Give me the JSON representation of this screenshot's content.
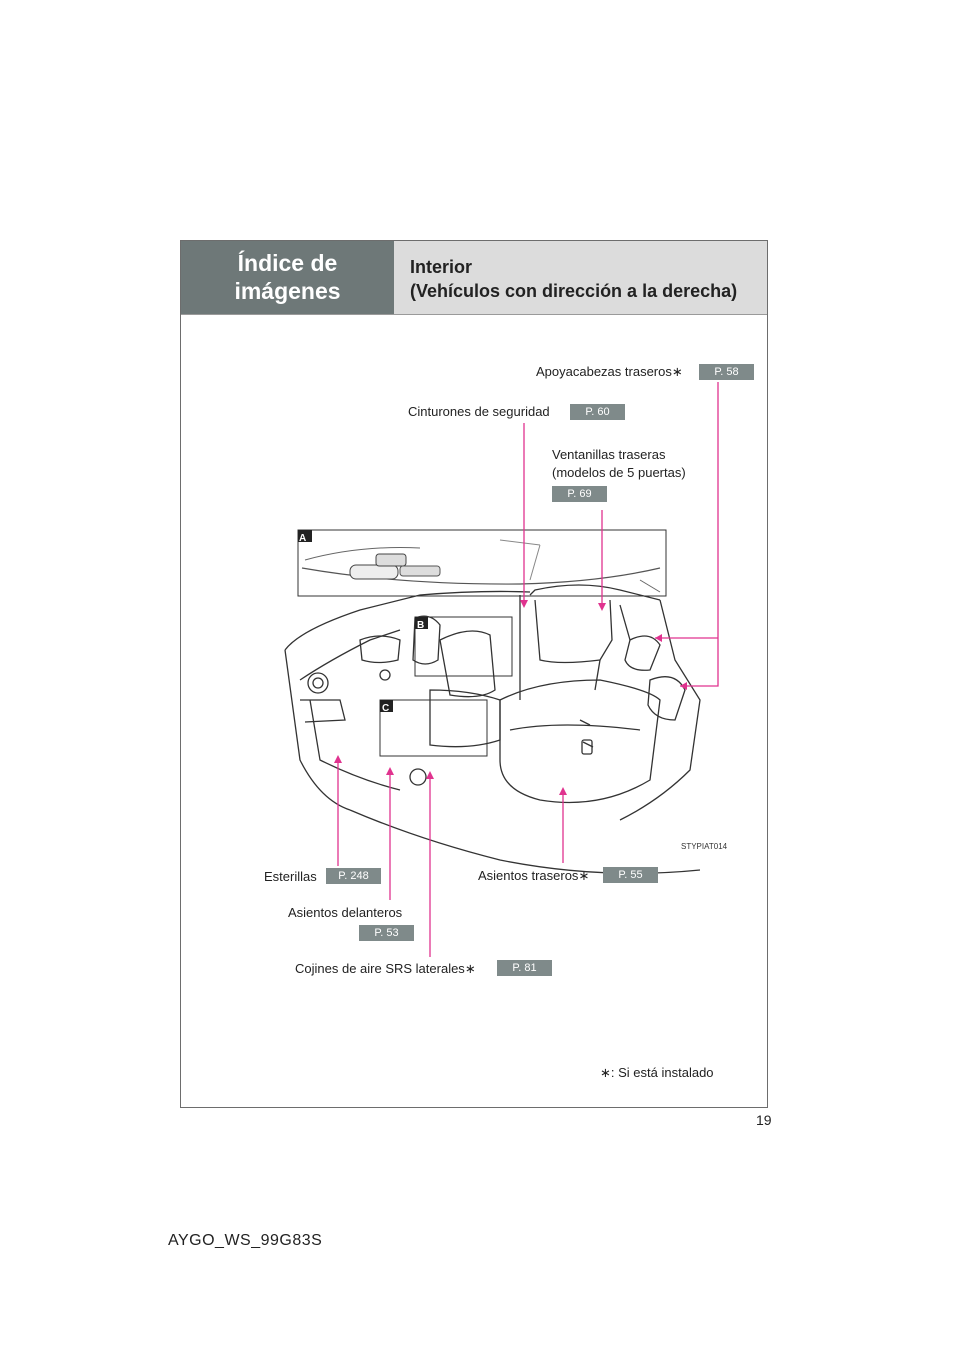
{
  "header": {
    "section_line1": "Índice de",
    "section_line2": "imágenes",
    "title_line1": "Interior",
    "title_line2": "(Vehículos con dirección a la derecha)"
  },
  "callouts": {
    "headrests": {
      "label": "Apoyacabezas traseros",
      "asterisk": "∗",
      "page": "P. 58"
    },
    "seatbelts": {
      "label": "Cinturones de seguridad",
      "page": "P. 60"
    },
    "rear_windows": {
      "label_line1": "Ventanillas traseras",
      "label_line2": "(modelos de 5 puertas)",
      "page": "P. 69"
    },
    "floor_mats": {
      "label": "Esterillas",
      "page": "P. 248"
    },
    "rear_seats": {
      "label": "Asientos traseros",
      "asterisk": "∗",
      "page": "P. 55"
    },
    "front_seats": {
      "label": "Asientos delanteros",
      "page": "P. 53"
    },
    "side_airbags": {
      "label": "Cojines de aire SRS laterales",
      "asterisk": "∗",
      "page": "P. 81"
    }
  },
  "image_code": "STYPIAT014",
  "detail_markers": [
    "A",
    "B",
    "C"
  ],
  "footnote": {
    "symbol": "∗",
    "text": ": Si está instalado"
  },
  "page_number": "19",
  "footer_code": "AYGO_WS_99G83S",
  "colors": {
    "header_dark": "#6e7878",
    "header_light": "#dcdcdc",
    "badge": "#7f8a8a",
    "leader_line": "#e0338f"
  }
}
